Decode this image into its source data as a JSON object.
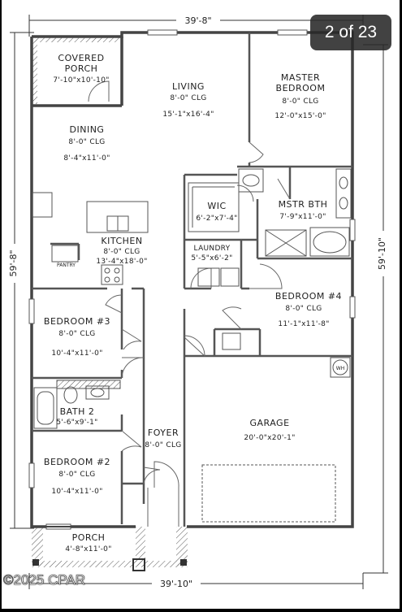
{
  "viewer": {
    "slide_counter": "2 of 23"
  },
  "watermark": "©2025 CPAR",
  "dimensions": {
    "top_width": "39'-8\"",
    "bottom_width": "39'-10\"",
    "left_depth": "59'-8\"",
    "right_depth": "59'-10\""
  },
  "rooms": {
    "covered_porch": {
      "name_line1": "COVERED",
      "name_line2": "PORCH",
      "size": "7'-10\"x10'-10\""
    },
    "living": {
      "name": "LIVING",
      "ceiling": "8'-0\" CLG",
      "size": "15'-1\"x16'-4\""
    },
    "master_bedroom": {
      "name_line1": "MASTER",
      "name_line2": "BEDROOM",
      "ceiling": "8'-0\" CLG",
      "size": "12'-0\"x15'-0\""
    },
    "dining": {
      "name": "DINING",
      "ceiling": "8'-0\" CLG",
      "size": "8'-4\"x11'-0\""
    },
    "wic": {
      "name": "WIC",
      "size": "6'-2\"x7'-4\""
    },
    "mstr_bath": {
      "name": "MSTR BTH",
      "size": "7'-9\"x11'-0\""
    },
    "kitchen": {
      "name": "KITCHEN",
      "ceiling": "8'-0\" CLG",
      "size": "13'-4\"x18'-0\""
    },
    "pantry": {
      "name": "PANTRY"
    },
    "laundry": {
      "name": "LAUNDRY",
      "size": "5'-5\"x6'-2\""
    },
    "bedroom4": {
      "name": "BEDROOM #4",
      "ceiling": "8'-0\" CLG",
      "size": "11'-1\"x11'-8\""
    },
    "bedroom3": {
      "name": "BEDROOM #3",
      "ceiling": "8'-0\" CLG",
      "size": "10'-4\"x11'-0\""
    },
    "bath2": {
      "name": "BATH 2",
      "size": "5'-6\"x9'-1\""
    },
    "foyer": {
      "name": "FOYER",
      "ceiling": "8'-0\" CLG"
    },
    "garage": {
      "name": "GARAGE",
      "size": "20'-0\"x20'-1\""
    },
    "bedroom2": {
      "name": "BEDROOM #2",
      "ceiling": "8'-0\" CLG",
      "size": "10'-4\"x11'-0\""
    },
    "porch": {
      "name": "PORCH",
      "size": "4'-8\"x11'-0\""
    },
    "water_heater": {
      "name": "WH"
    }
  }
}
